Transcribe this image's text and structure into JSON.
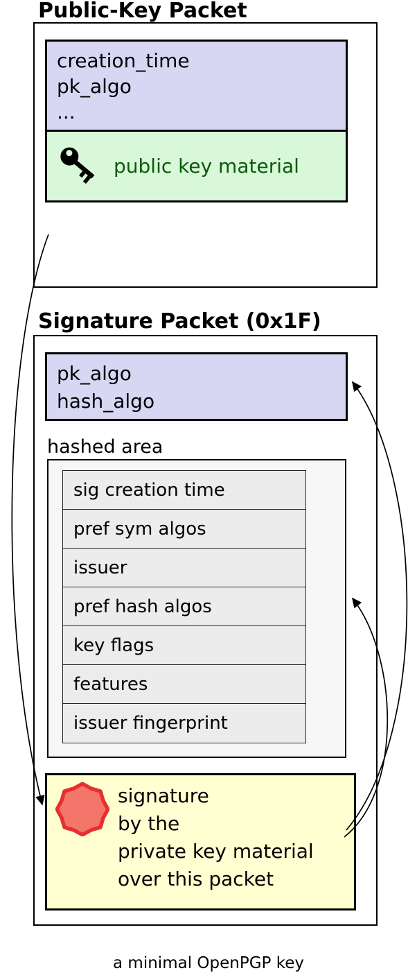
{
  "titles": {
    "public_key_packet": "Public-Key Packet",
    "signature_packet": "Signature Packet (0x1F)"
  },
  "public_key_packet": {
    "header_fields": [
      "creation_time",
      "pk_algo",
      "..."
    ],
    "key_material_label": "public key material"
  },
  "signature_packet": {
    "header_fields": [
      "pk_algo",
      "hash_algo"
    ],
    "hashed_area_label": "hashed area",
    "hashed_subpackets": [
      "sig creation time",
      "pref sym algos",
      "issuer",
      "pref hash algos",
      "key flags",
      "features",
      "issuer fingerprint"
    ],
    "signature_text_lines": [
      "signature",
      "by the",
      "private key material",
      "over this packet"
    ]
  },
  "caption": "a minimal OpenPGP key",
  "colors": {
    "header_fill": "#d7d7f4",
    "key_material_fill": "#d9f8d9",
    "signature_fill": "#ffffd2",
    "hashed_area_fill": "#f7f7f7",
    "subpacket_fill": "#ececec",
    "seal_fill": "#f4766b",
    "seal_stroke": "#e82f2f",
    "key_text_color": "#0a5a0a",
    "line_color": "#000000"
  }
}
